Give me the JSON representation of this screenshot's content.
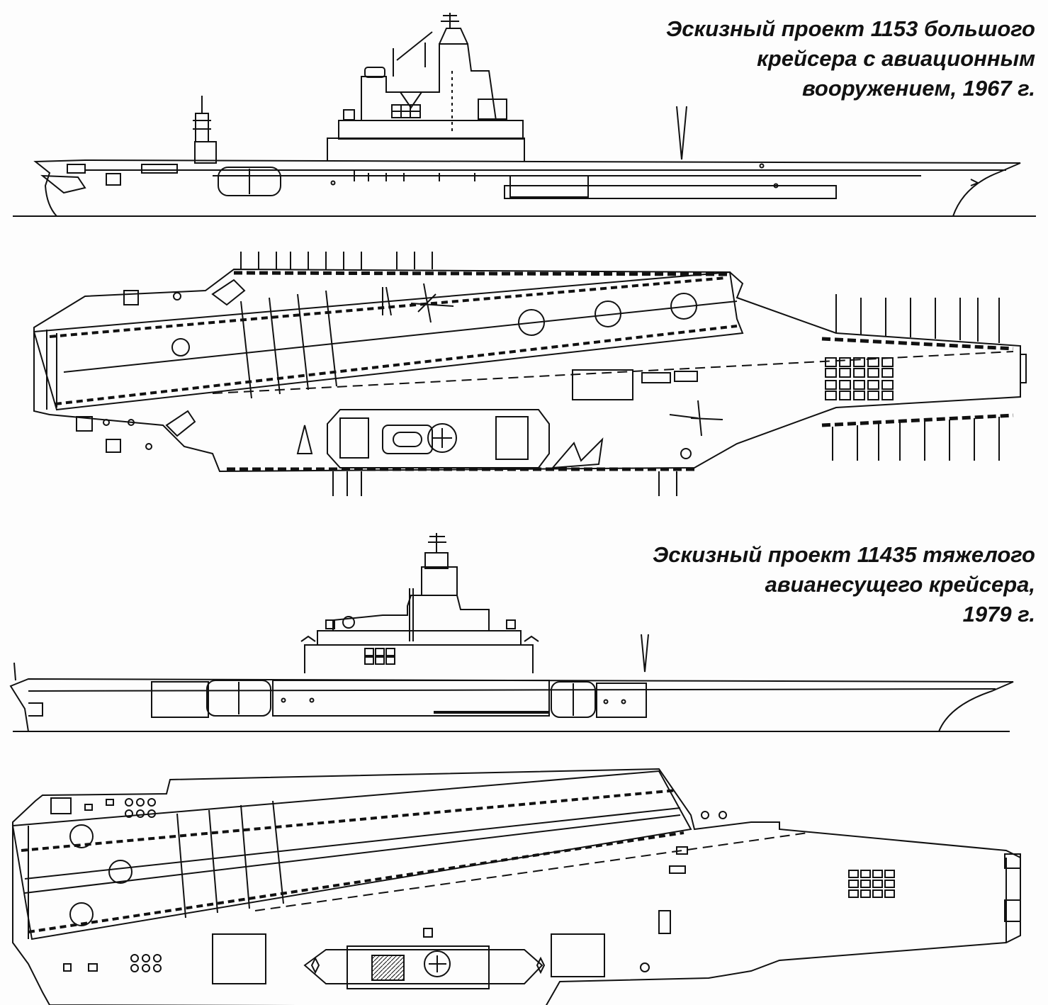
{
  "captions": {
    "project_1153": {
      "line1": "Эскизный проект 1153 большого",
      "line2": "крейсера с авиационным",
      "line3": "вооружением, 1967 г."
    },
    "project_11435": {
      "line1": "Эскизный проект 11435 тяжелого",
      "line2": "авианесущего крейсера,",
      "line3": "1979 г."
    }
  },
  "colors": {
    "ink": "#111111",
    "paper": "#fdfdfd"
  }
}
